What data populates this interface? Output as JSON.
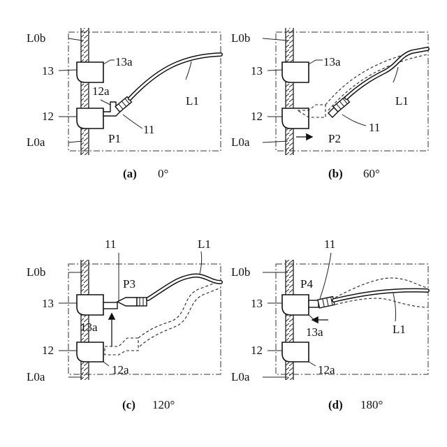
{
  "panels": [
    {
      "id": "a",
      "caption_letter": "(a)",
      "caption_angle": "0°",
      "labels": {
        "L0b": "L0b",
        "13": "13",
        "13a": "13a",
        "12a": "12a",
        "12": "12",
        "L0a": "L0a",
        "P": "P1",
        "11": "11",
        "L1": "L1"
      }
    },
    {
      "id": "b",
      "caption_letter": "(b)",
      "caption_angle": "60°",
      "labels": {
        "L0b": "L0b",
        "13": "13",
        "13a": "13a",
        "12": "12",
        "L0a": "L0a",
        "P": "P2",
        "11": "11",
        "L1": "L1"
      }
    },
    {
      "id": "c",
      "caption_letter": "(c)",
      "caption_angle": "120°",
      "labels": {
        "11": "11",
        "L1": "L1",
        "L0b": "L0b",
        "P": "P3",
        "13": "13",
        "13a": "13a",
        "12": "12",
        "12a": "12a",
        "L0a": "L0a"
      }
    },
    {
      "id": "d",
      "caption_letter": "(d)",
      "caption_angle": "180°",
      "labels": {
        "11": "11",
        "L0b": "L0b",
        "P": "P4",
        "13": "13",
        "13a": "13a",
        "L1": "L1",
        "12": "12",
        "12a": "12a",
        "L0a": "L0a"
      }
    }
  ]
}
